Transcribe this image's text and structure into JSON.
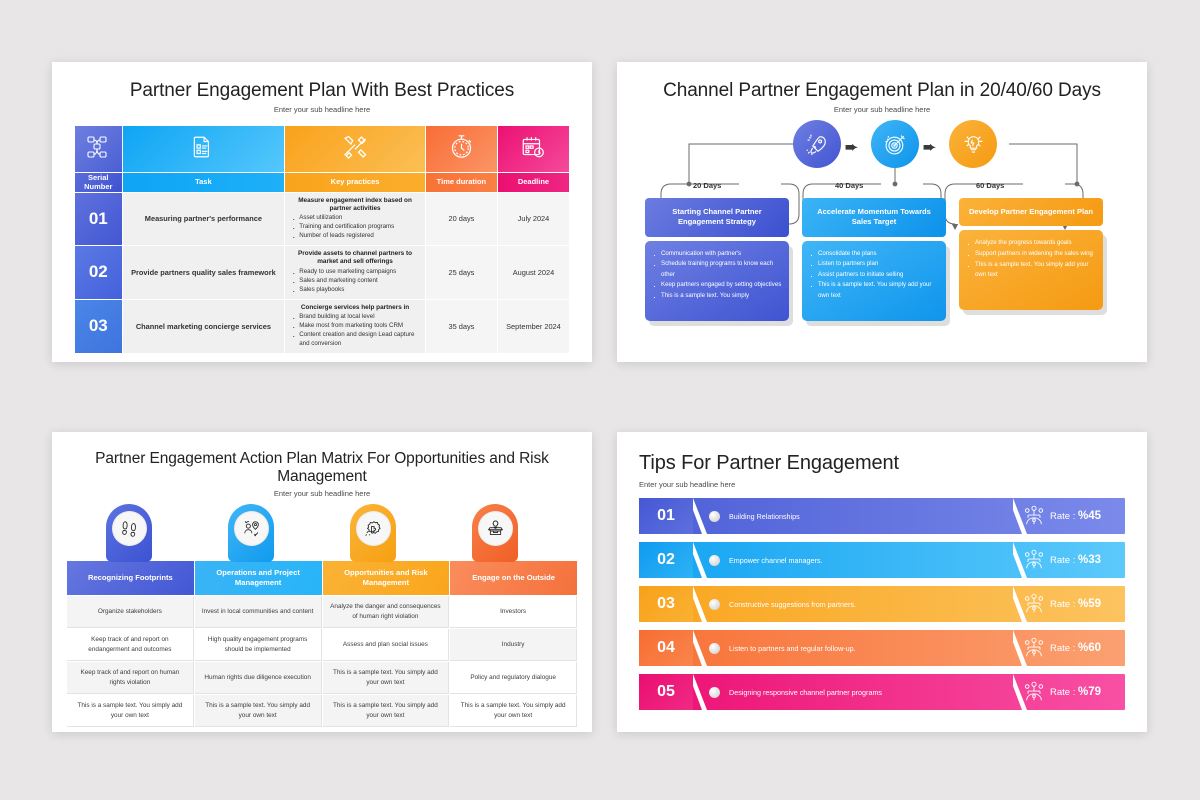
{
  "background_color": "#e8e6e7",
  "slides": [
    {
      "id": "partner-engagement-plan-best-practices",
      "title": "Partner Engagement Plan With Best Practices",
      "subtitle": "Enter your sub headline here",
      "columns": [
        {
          "label": "Serial Number",
          "icon": "network-numbers-icon",
          "color": "#4a5fd4"
        },
        {
          "label": "Task",
          "icon": "checklist-document-icon",
          "color": "#0ea5f5"
        },
        {
          "label": "Key practices",
          "icon": "tools-hammer-pencil-icon",
          "color": "#f9a21b"
        },
        {
          "label": "Time duration",
          "icon": "stopwatch-icon",
          "color": "#f96d36"
        },
        {
          "label": "Deadline",
          "icon": "calendar-clock-icon",
          "color": "#ec1073"
        }
      ],
      "rows": [
        {
          "serial": "01",
          "task": "Measuring partner's performance",
          "practice_heading": "Measure engagement index based on partner activities",
          "practice_items": [
            "Asset utilization",
            "Training and certification programs",
            "Number of leads registered"
          ],
          "duration": "20 days",
          "deadline": "July 2024"
        },
        {
          "serial": "02",
          "task": "Provide partners quality sales framework",
          "practice_heading": "Provide assets to channel partners to market and sell offerings",
          "practice_items": [
            "Ready to use marketing campaigns",
            "Sales and marketing content",
            "Sales playbooks"
          ],
          "duration": "25 days",
          "deadline": "August 2024"
        },
        {
          "serial": "03",
          "task": "Channel marketing concierge services",
          "practice_heading": "Concierge services help partners in",
          "practice_items": [
            "Brand building at local level",
            "Make most from marketing tools CRM",
            "Content creation and design Lead capture and conversion"
          ],
          "duration": "35 days",
          "deadline": "September 2024"
        }
      ]
    },
    {
      "id": "channel-partner-engagement-plan-days",
      "title": "Channel Partner Engagement Plan in 20/40/60 Days",
      "subtitle": "Enter your sub headline here",
      "steps": [
        {
          "icon": "rocket-icon",
          "color": "#4355d2",
          "day_label": "20 Days",
          "heading": "Starting Channel Partner Engagement Strategy",
          "bullets": [
            "Communication with partner's",
            "Schedule training programs to know each other",
            "Keep partners engaged by setting objectives",
            "This is a sample text. You simply"
          ]
        },
        {
          "icon": "target-dartboard-icon",
          "color": "#0e93ea",
          "day_label": "40 Days",
          "heading": "Accelerate Momentum Towards Sales Target",
          "bullets": [
            "Consolidate the plans",
            "Listen to partners plan",
            "Assist partners to initiate selling",
            "This is a sample text. You simply add your own text"
          ]
        },
        {
          "icon": "lightbulb-gear-icon",
          "color": "#f59a12",
          "day_label": "60 Days",
          "heading": "Develop Partner Engagement Plan",
          "bullets": [
            "Analyze the progress towards goals",
            "Support partners in widening the sales wing",
            "This is a sample text. You simply add your own text"
          ]
        }
      ]
    },
    {
      "id": "partner-engagement-action-plan-matrix",
      "title": "Partner Engagement Action Plan Matrix For Opportunities and Risk Management",
      "subtitle": "Enter your sub headline here",
      "columns": [
        {
          "label": "Recognizing Footprints",
          "icon": "footprints-icon",
          "color": "#4257d4"
        },
        {
          "label": "Operations and Project Management",
          "icon": "person-location-pin-icon",
          "color": "#27b5f8"
        },
        {
          "label": "Opportunities and Risk Management",
          "icon": "gear-puzzle-icon",
          "color": "#f9a61c"
        },
        {
          "label": "Engage on the Outside",
          "icon": "open-box-idea-icon",
          "color": "#f4713b"
        }
      ],
      "rows": [
        [
          "Organize stakeholders",
          "Invest in local communities and content",
          "Analyze the danger and consequences of human right violation",
          "Investors"
        ],
        [
          "Keep track of and report on endangerment and outcomes",
          "High quality engagement programs should be implemented",
          "Assess and plan social issues",
          "Industry"
        ],
        [
          "Keep track of and report on human rights violation",
          "Human rights due diligence execution",
          "This is a sample text. You simply add your own text",
          "Policy and regulatory dialogue"
        ],
        [
          "This is a sample text. You simply add your own text",
          "This is a sample text. You simply add your own text",
          "This is a sample text. You simply add your own text",
          "This is a sample text. You simply add your own text"
        ]
      ]
    },
    {
      "id": "tips-for-partner-engagement",
      "title": "Tips For Partner Engagement",
      "subtitle": "Enter your sub headline here",
      "rate_prefix": "Rate : ",
      "tips": [
        {
          "number": "01",
          "label": "Building Relationships",
          "rate": "%45",
          "color": "#4c5fd6",
          "icon": "team-network-icon"
        },
        {
          "number": "02",
          "label": "Empower channel managers.",
          "rate": "%33",
          "color": "#12a3f2",
          "icon": "team-network-icon"
        },
        {
          "number": "03",
          "label": "Constructive suggestions from partners.",
          "rate": "%59",
          "color": "#f9a51c",
          "icon": "team-network-icon"
        },
        {
          "number": "04",
          "label": "Listen to partners and regular follow-up.",
          "rate": "%60",
          "color": "#f87136",
          "icon": "team-network-icon"
        },
        {
          "number": "05",
          "label": "Designing responsive channel partner programs",
          "rate": "%79",
          "color": "#ec0f72",
          "icon": "team-network-icon"
        }
      ]
    }
  ]
}
